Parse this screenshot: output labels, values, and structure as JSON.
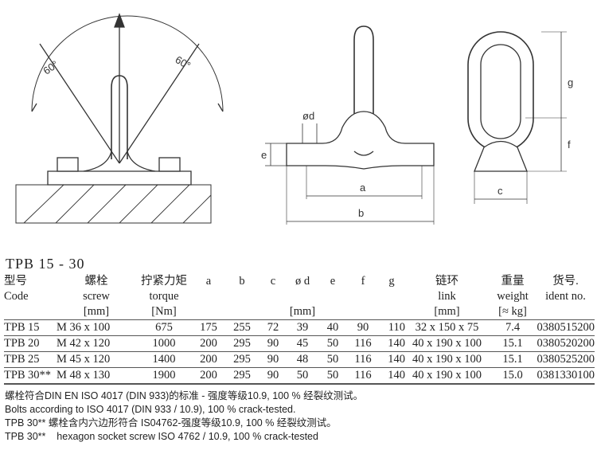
{
  "drawing_labels": {
    "angle_left": "60°",
    "angle_right": "60°",
    "d": "ød",
    "e": "e",
    "a": "a",
    "b": "b",
    "g": "g",
    "f": "f",
    "c": "c"
  },
  "title": "TPB 15 - 30",
  "header": {
    "row1": [
      "型号",
      "螺栓",
      "拧紧力矩",
      "a",
      "b",
      "c",
      "ø d",
      "e",
      "f",
      "g",
      "链环",
      "重量",
      "货号."
    ],
    "row2": [
      "Code",
      "screw",
      "torque",
      "link",
      "weight",
      "ident no."
    ],
    "row3": [
      "[mm]",
      "[Nm]",
      "[mm]",
      "[mm]",
      "[≈ kg]"
    ]
  },
  "rows": [
    {
      "code": "TPB",
      "size": "15",
      "screw": "M 36 x 100",
      "torque": "675",
      "a": "175",
      "b": "255",
      "c": "72",
      "d": "39",
      "e": "40",
      "f": "90",
      "g": "110",
      "link": "32 x 150 x 75",
      "weight": "7.4",
      "ident": "0380515200"
    },
    {
      "code": "TPB",
      "size": "20",
      "screw": "M 42 x 120",
      "torque": "1000",
      "a": "200",
      "b": "295",
      "c": "90",
      "d": "45",
      "e": "50",
      "f": "116",
      "g": "140",
      "link": "40 x 190 x 100",
      "weight": "15.1",
      "ident": "0380520200"
    },
    {
      "code": "TPB",
      "size": "25",
      "screw": "M 45 x 120",
      "torque": "1400",
      "a": "200",
      "b": "295",
      "c": "90",
      "d": "48",
      "e": "50",
      "f": "116",
      "g": "140",
      "link": "40 x 190 x 100",
      "weight": "15.1",
      "ident": "0380525200"
    },
    {
      "code": "TPB",
      "size": "30**",
      "screw": "M 48 x 130",
      "torque": "1900",
      "a": "200",
      "b": "295",
      "c": "90",
      "d": "50",
      "e": "50",
      "f": "116",
      "g": "140",
      "link": "40 x 190 x 100",
      "weight": "15.0",
      "ident": "0381330100"
    }
  ],
  "notes": [
    "螺栓符合DIN EN ISO 4017 (DIN 933)的标准 - 强度等级10.9, 100 % 经裂纹测试。",
    "Bolts according to ISO 4017 (DIN 933 / 10.9), 100 % crack-tested.",
    "TPB 30** 螺栓含内六边形符合 IS04762-强度等级10.9, 100 % 经裂纹测试。",
    "TPB 30**    hexagon socket screw ISO 4762 / 10.9, 100 % crack-tested"
  ]
}
